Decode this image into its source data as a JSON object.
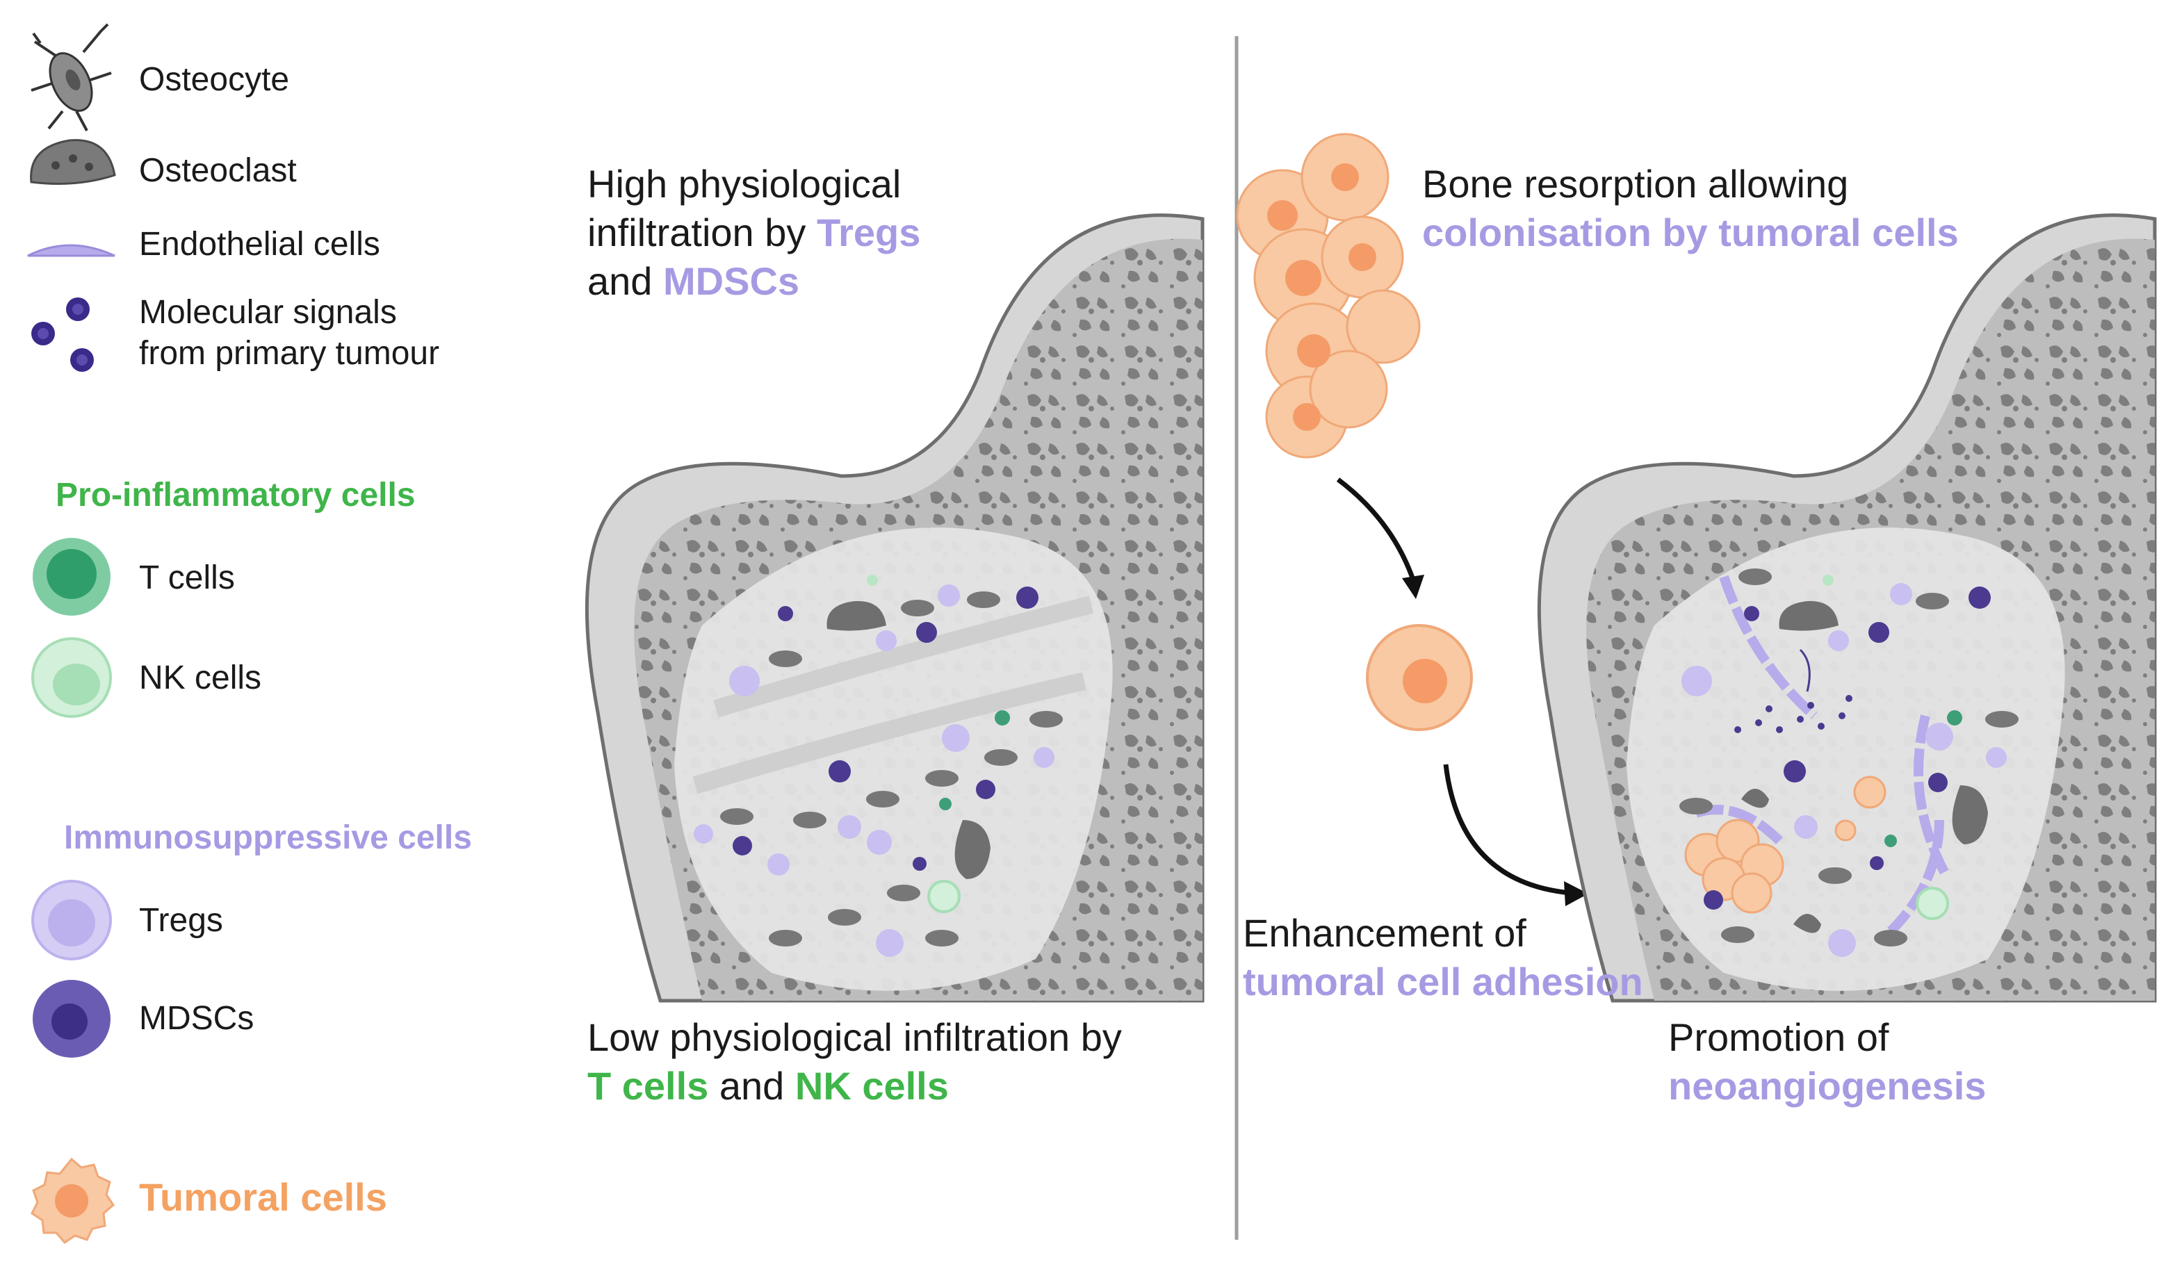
{
  "legend": {
    "osteocyte": "Osteocyte",
    "osteoclast": "Osteoclast",
    "endothelial": "Endothelial cells",
    "signals_line1": "Molecular signals",
    "signals_line2": "from primary tumour",
    "pro_title": "Pro-inflammatory cells",
    "tcells": "T cells",
    "nkcells": "NK cells",
    "immuno_title": "Immunosuppressive cells",
    "tregs": "Tregs",
    "mdscs": "MDSCs",
    "tumoral": "Tumoral cells"
  },
  "left_panel": {
    "top_line1": "High physiological",
    "top_line2_pre": "infiltration by ",
    "top_line2_hl": "Tregs",
    "top_line3_pre": "and ",
    "top_line3_hl": "MDSCs",
    "bottom_line1": "Low physiological infiltration by",
    "bottom_hl1": "T cells",
    "bottom_mid": " and ",
    "bottom_hl2": "NK cells"
  },
  "right_panel": {
    "top_line1": "Bone resorption allowing",
    "top_line2": "colonisation by tumoral cells",
    "adhesion_line1": "Enhancement of",
    "adhesion_line2": "tumoral cell adhesion",
    "promo_line1": "Promotion of",
    "promo_line2": "neoangiogenesis"
  },
  "colors": {
    "purple_highlight": "#a79ae3",
    "green_highlight": "#3fb54a",
    "orange_highlight": "#f4a262",
    "bone_gray": "#d9d9d9",
    "trabecular_gray": "#8a8a8a",
    "treg": "#c9bff0",
    "mdsc": "#4b3a8f",
    "tcell": "#3d9e77",
    "nk": "#b8e6c4",
    "tumor": "#f7c39a"
  }
}
